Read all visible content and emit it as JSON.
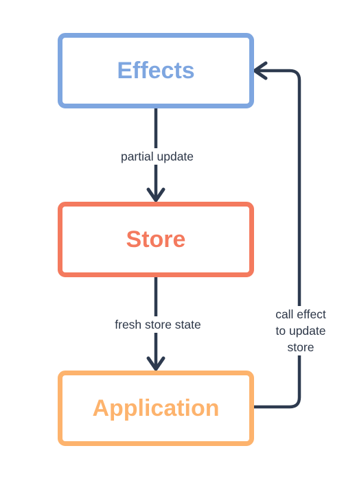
{
  "colors": {
    "effects": "#7ea6e0",
    "store": "#f47a5e",
    "application": "#fdb36d",
    "edge": "#2d3a4f",
    "edge_text": "#2d3748"
  },
  "nodes": {
    "effects": {
      "label": "Effects"
    },
    "store": {
      "label": "Store"
    },
    "application": {
      "label": "Application"
    }
  },
  "edges": {
    "effects_to_store": {
      "label": "partial update"
    },
    "store_to_application": {
      "label": "fresh store state"
    },
    "application_to_effects": {
      "label_lines": [
        "call effect",
        "to update",
        "store"
      ]
    }
  }
}
